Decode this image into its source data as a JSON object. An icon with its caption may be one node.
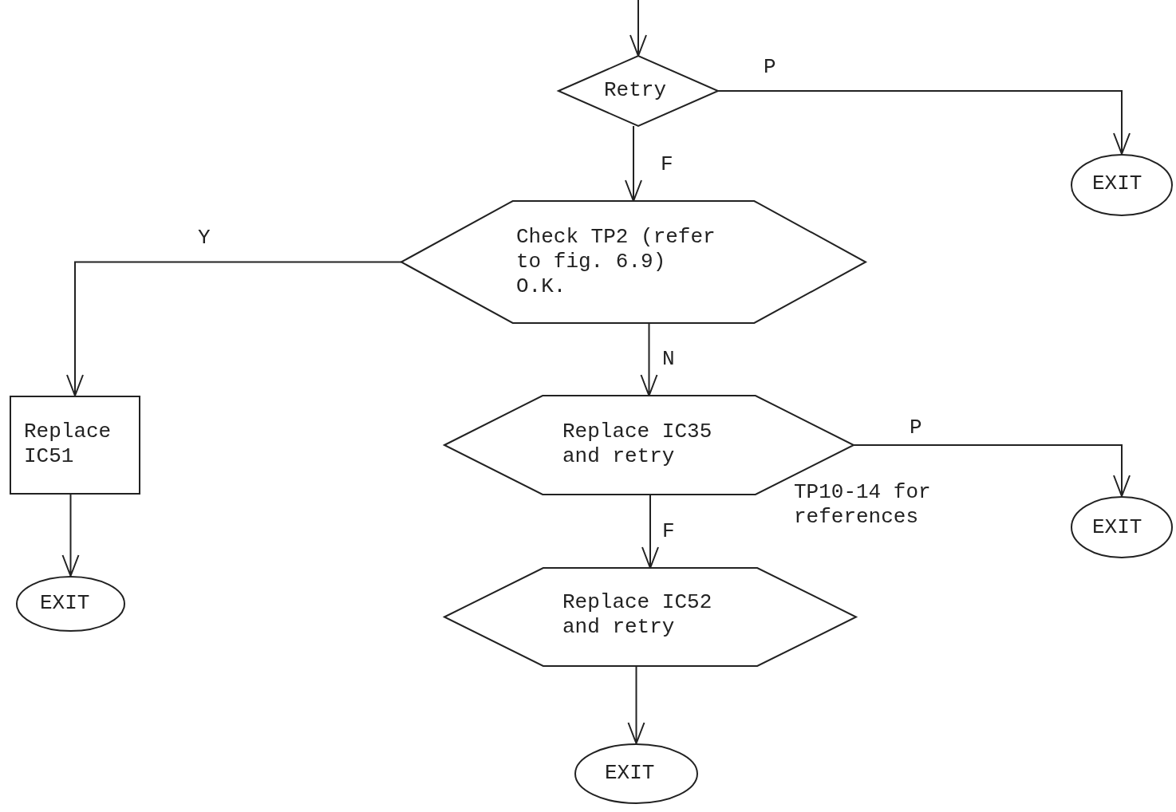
{
  "diagram": {
    "nodes": [
      {
        "text": [
          "Retry"
        ]
      },
      {
        "text": [
          "EXIT"
        ]
      },
      {
        "text": [
          "Check TP2 (refer to fig. 6.9) O.K."
        ]
      },
      {
        "text": [
          "Replace IC51"
        ]
      },
      {
        "text": [
          "EXIT"
        ]
      },
      {
        "text": [
          "Replace IC35 and retry"
        ]
      },
      {
        "text": [
          "EXIT"
        ]
      },
      {
        "text": [
          "Replace IC52 and retry"
        ]
      },
      {
        "text": [
          "EXIT"
        ]
      }
    ],
    "edges": [
      {
        "from": null,
        "to": 0,
        "arrow": "to"
      },
      {
        "from": 0,
        "to": 1,
        "arrow": "to",
        "label": "P"
      },
      {
        "from": 0,
        "to": 2,
        "arrow": "to",
        "label": "F"
      },
      {
        "from": 2,
        "to": 3,
        "arrow": "to",
        "label": "Y"
      },
      {
        "from": 2,
        "to": 5,
        "arrow": "to",
        "label": "N"
      },
      {
        "from": 3,
        "to": 4,
        "arrow": "to"
      },
      {
        "from": 5,
        "to": 6,
        "arrow": "to",
        "label": "P"
      },
      {
        "from": 5,
        "to": 7,
        "arrow": "to",
        "label": "F"
      },
      {
        "from": 7,
        "to": 8,
        "arrow": "to"
      }
    ],
    "labels": [
      "TP10-14 for references"
    ]
  }
}
